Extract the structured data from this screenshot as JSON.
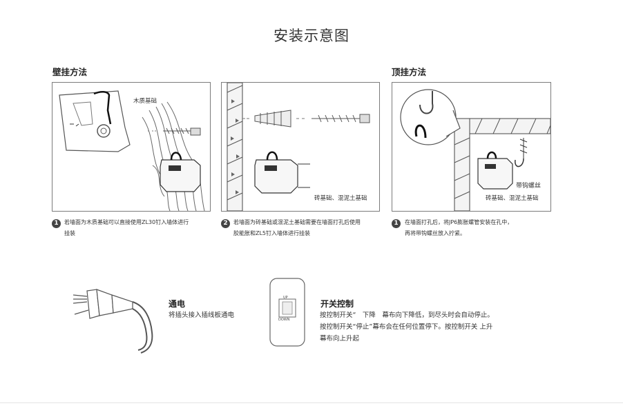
{
  "page": {
    "title": "安装示意图"
  },
  "wall": {
    "heading": "壁挂方法",
    "panel1_label": "木质基础",
    "panel2_label": "砖基础、混泥土基础",
    "note1_num": "1",
    "note1_line1": "若墙面为木质基础可以直接使用ZL30钉入墙体进行",
    "note1_line2": "挂装",
    "note2_num": "2",
    "note2_line1": "若墙面为砖基础或混泥土基础需要在墙面打孔后使用",
    "note2_line2": "胶能胀和ZL5钉入墙体进行挂装"
  },
  "ceiling": {
    "heading": "顶挂方法",
    "hook_label": "带钩螺丝",
    "panel_label": "砖基础、混泥土基础",
    "note_num": "1",
    "note_line1": "在墙面打孔后，将JP6膨胀螺管安装在孔中，",
    "note_line2": "再将带钩螺丝放入拧紧。"
  },
  "power": {
    "heading": "通电",
    "desc": "将插头接入插线板通电"
  },
  "switch": {
    "heading": "开关控制",
    "up_label": "UP",
    "down_label": "DOWN",
    "line1": "按控制开关“　下降　幕布向下降低，到尽头时会自动停止。",
    "line2": "按控制开关“停止”幕布会在任何位置停下。按控制开关 上升",
    "line3": "幕布向上升起"
  }
}
